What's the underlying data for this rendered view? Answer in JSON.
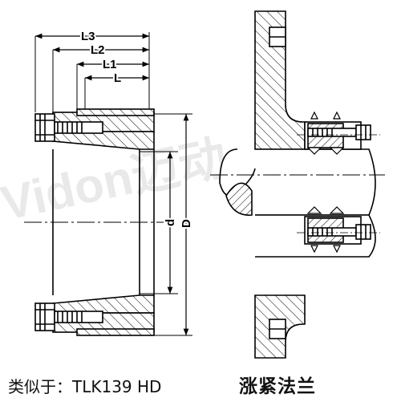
{
  "drawing": {
    "dimensions": {
      "l3": "L3",
      "l2": "L2",
      "l1": "L1",
      "l": "L",
      "d": "d",
      "big_d": "D"
    },
    "watermark": "Vidon迈动"
  },
  "caption": {
    "similar_to": "类似于：TLK139  HD",
    "product_name": "涨紧法兰"
  }
}
